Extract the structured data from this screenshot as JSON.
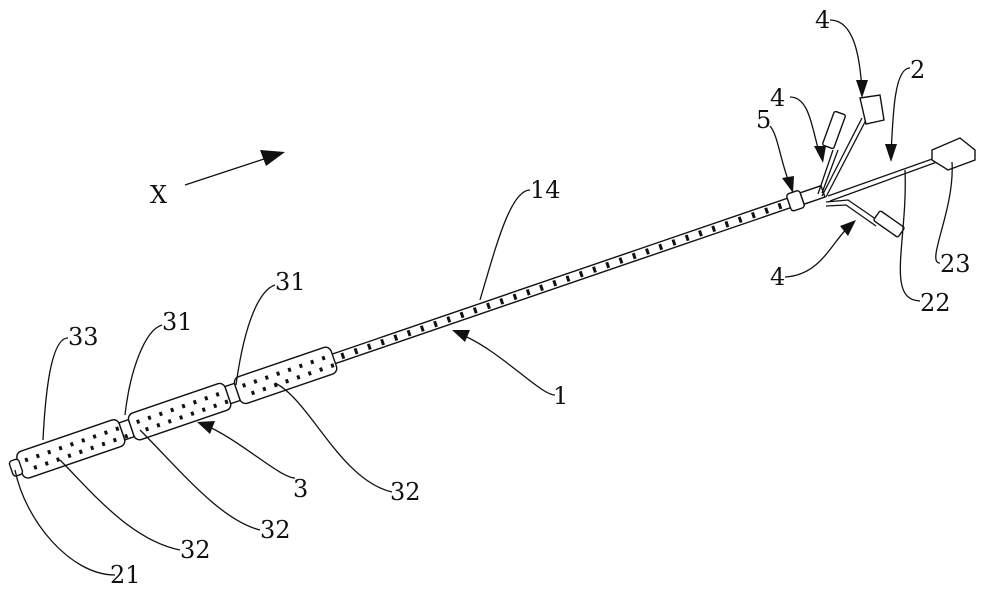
{
  "figure": {
    "direction_label": "X",
    "labels": {
      "catheter_tube": "1",
      "tube_marks": "14",
      "connector_assembly": "2",
      "connector_hub": "5",
      "branch_top": "4",
      "branch_upper": "4",
      "branch_lower": "4",
      "cable_22": "22",
      "plug_23": "23",
      "balloon_assembly": "3",
      "joint_left": "31",
      "joint_right": "31",
      "end_segment": "33",
      "segment_left": "32",
      "segment_middle": "32",
      "segment_right": "32",
      "tip": "21"
    }
  }
}
